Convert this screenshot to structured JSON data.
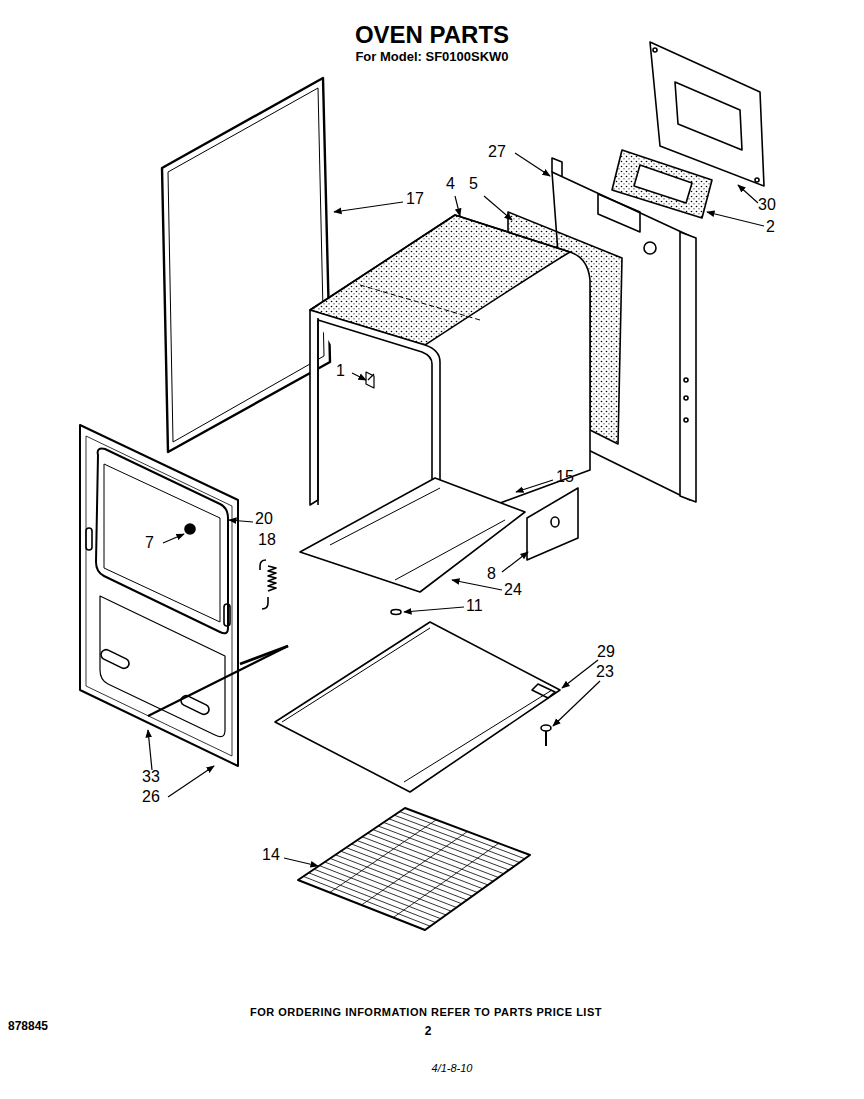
{
  "diagram": {
    "title": "OVEN PARTS",
    "labels": [
      "For Model: SF0100SKW0",
      "27",
      "4",
      "5",
      "17",
      "30",
      "2",
      "1",
      "15",
      "20",
      "7",
      "18",
      "8",
      "24",
      "11",
      "29",
      "23",
      "33",
      "26",
      "14",
      "FOR ORDERING INFORMATION REFER TO PARTS PRICE LIST",
      "878845",
      "2",
      "4/1-8-10"
    ]
  }
}
